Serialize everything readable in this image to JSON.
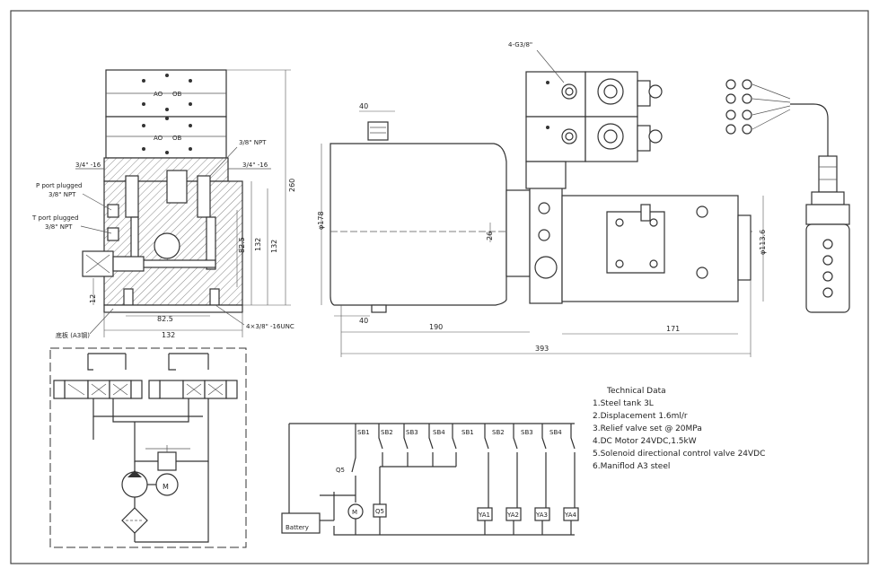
{
  "front_view": {
    "labels": {
      "thread_left": "3/4\" -16",
      "thread_right": "3/4\" -16",
      "npt_top": "3/8\" NPT",
      "p_port": "P port plugged",
      "p_port_npt": "3/8\" NPT",
      "t_port": "T port plugged",
      "t_port_npt": "3/8\" NPT",
      "base_note": "底板 (A3钢)",
      "holes": "4×3/8\" -16UNC"
    },
    "valve_marks": [
      "AO",
      "OB",
      "AO",
      "OB"
    ],
    "dims": {
      "hole_spacing": "82.5",
      "width": "132",
      "height_inner": "82.5",
      "height_mid": "132",
      "height_mid2": "132",
      "height_total": "260",
      "offset": "12"
    }
  },
  "side_view": {
    "dims": {
      "cap": "40",
      "diameter": "φ178",
      "center": "26",
      "bottom": "40",
      "tank_len": "190",
      "motor_len": "171",
      "total": "393",
      "motor_dia": "φ113.6"
    },
    "ports": "4-G3/8\""
  },
  "technical_data": {
    "title": "Technical Data",
    "items": [
      "1.Steel tank 3L",
      "2.Displacement 1.6ml/r",
      "3.Relief valve set @ 20MPa",
      "4.DC Motor 24VDC,1.5kW",
      "5.Solenoid directional control valve 24VDC",
      "6.Maniflod A3 steel"
    ]
  },
  "electrical": {
    "switches_left": [
      "SB1",
      "SB2",
      "SB3",
      "SB4"
    ],
    "switches_right": [
      "SB1",
      "SB2",
      "SB3",
      "SB4"
    ],
    "contactor": "Q5",
    "contactor_box": "Q5",
    "motor": "M",
    "battery": "Battery",
    "coils": [
      "YA1",
      "YA2",
      "YA3",
      "YA4"
    ]
  },
  "hydraulic": {
    "motor": "M"
  }
}
